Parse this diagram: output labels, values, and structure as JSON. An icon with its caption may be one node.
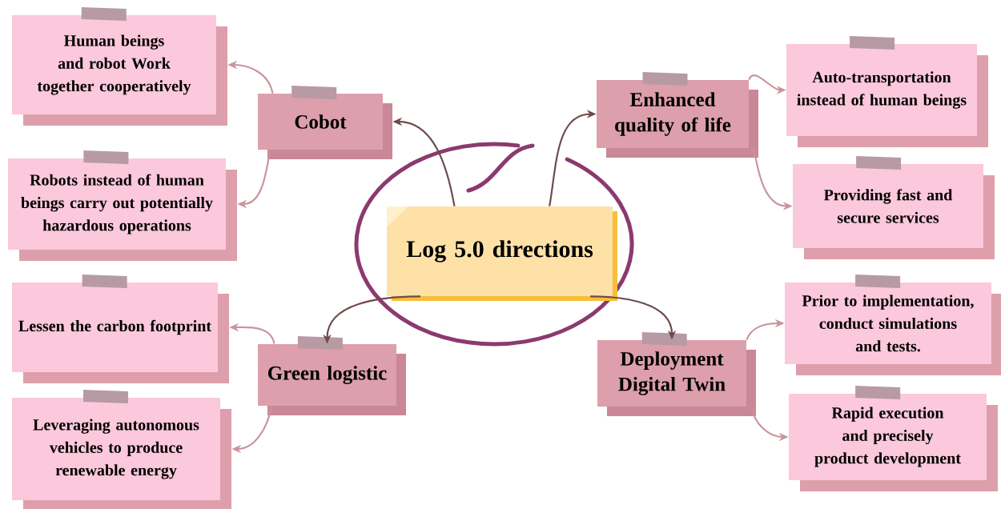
{
  "diagram": {
    "nodes": [
      {
        "text": [
          "Log 5.0 directions"
        ]
      },
      {
        "text": [
          "Cobot"
        ]
      },
      {
        "text": [
          "Human beings and robot Work together cooperatively"
        ]
      },
      {
        "text": [
          "Robots instead of human beings carry out potentially hazardous operations"
        ]
      },
      {
        "text": [
          "Enhanced quality of life"
        ]
      },
      {
        "text": [
          "Auto-transportation instead of human beings"
        ]
      },
      {
        "text": [
          "Providing fast and secure services"
        ]
      },
      {
        "text": [
          "Green logistic"
        ]
      },
      {
        "text": [
          "Lessen the  carbon footprint"
        ]
      },
      {
        "text": [
          "Leveraging autonomous vehicles to produce renewable energy"
        ]
      },
      {
        "text": [
          "Deployment Digital Twin"
        ]
      },
      {
        "text": [
          "Prior to implementation, conduct simulations and tests."
        ]
      },
      {
        "text": [
          "Rapid execution and precisely product development"
        ]
      }
    ],
    "edges": [
      {
        "from": 0,
        "to": 1,
        "arrow": "to",
        "color": "#6e4a4a"
      },
      {
        "from": 0,
        "to": 4,
        "arrow": "to",
        "color": "#6e4a4a"
      },
      {
        "from": 0,
        "to": 7,
        "arrow": "to",
        "color": "#6e4a4a"
      },
      {
        "from": 0,
        "to": 10,
        "arrow": "to",
        "color": "#6e4a4a"
      },
      {
        "from": 1,
        "to": 2,
        "arrow": "to"
      },
      {
        "from": 1,
        "to": 3,
        "arrow": "to"
      },
      {
        "from": 4,
        "to": 5,
        "arrow": "to"
      },
      {
        "from": 4,
        "to": 6,
        "arrow": "to"
      },
      {
        "from": 7,
        "to": 8,
        "arrow": "to"
      },
      {
        "from": 7,
        "to": 9,
        "arrow": "to"
      },
      {
        "from": 10,
        "to": 11,
        "arrow": "to"
      },
      {
        "from": 10,
        "to": 12,
        "arrow": "to"
      }
    ]
  }
}
